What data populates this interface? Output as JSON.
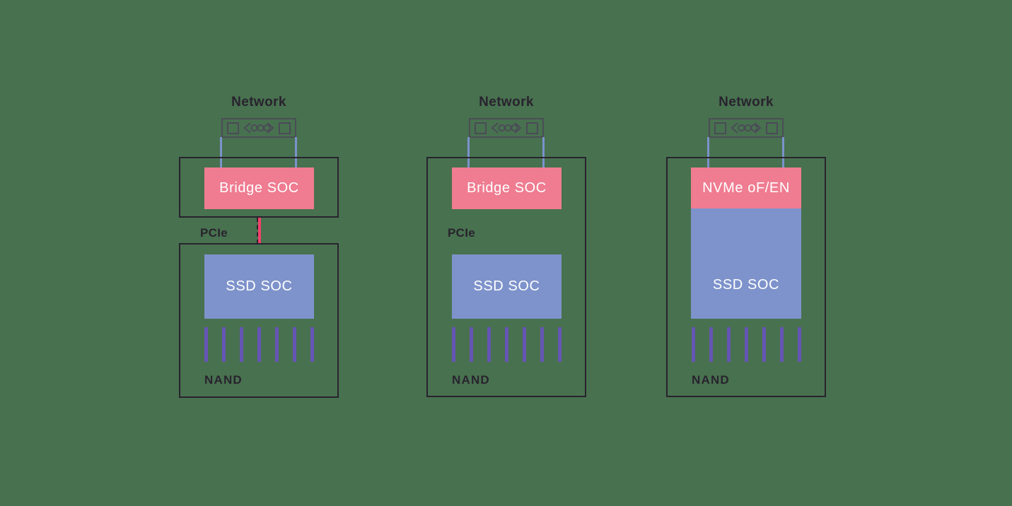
{
  "colors": {
    "bg": "#48714F",
    "ink": "#28232E",
    "pink": "#EF7C91",
    "red": "#F2426B",
    "blue": "#7E93CB",
    "lineblue": "#7C92CC",
    "purple": "#6655B5",
    "icon": "#4C4659",
    "white": "#FFFFFF"
  },
  "nand_channels": 7,
  "panels": [
    {
      "network_label": "Network",
      "top_chip_label": "Bridge SOC",
      "bus_label": "PCIe",
      "ssd_label": "SSD SOC",
      "nand_label": "NAND"
    },
    {
      "network_label": "Network",
      "top_chip_label": "Bridge SOC",
      "bus_label": "PCIe",
      "ssd_label": "SSD SOC",
      "nand_label": "NAND"
    },
    {
      "network_label": "Network",
      "top_chip_label": "NVMe oF/EN",
      "ssd_label": "SSD SOC",
      "nand_label": "NAND"
    }
  ]
}
